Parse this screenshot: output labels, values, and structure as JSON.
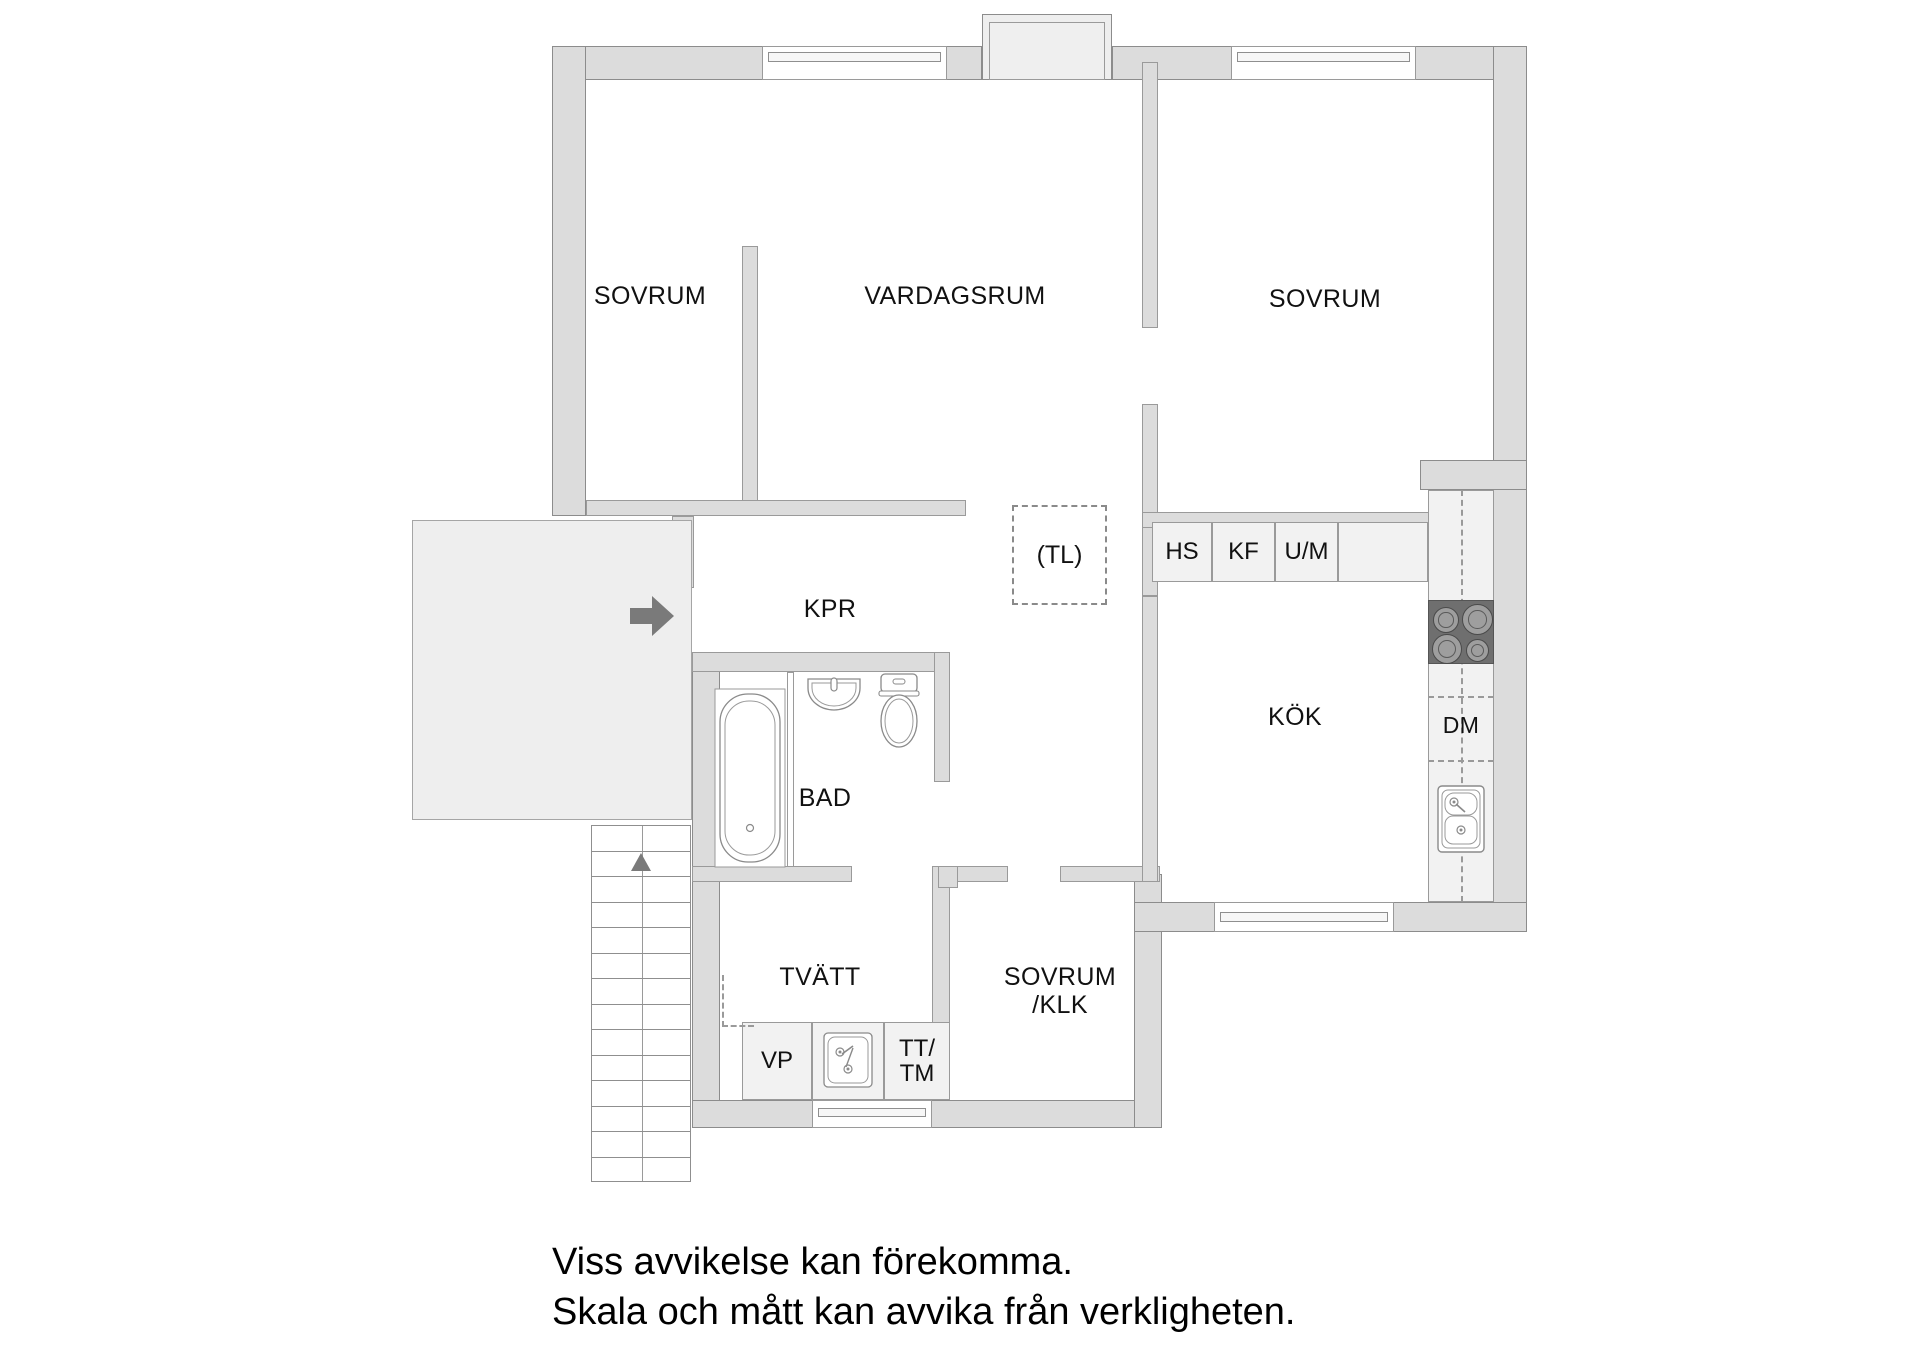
{
  "document": {
    "type": "floor-plan",
    "language": "sv",
    "background_color": "#ffffff",
    "wall_fill_color": "#dcdcdc",
    "wall_stroke_color": "#8c8c8c",
    "cabinet_fill_color": "#f2f2f2",
    "deck_fill_color": "#eeeeee",
    "stove_color": "#6f6f6f",
    "arrow_color": "#7a7a7a",
    "text_color": "#111111"
  },
  "rooms": [
    {
      "id": "sovrum-nw",
      "label": "SOVRUM"
    },
    {
      "id": "vardagsrum",
      "label": "VARDAGSRUM"
    },
    {
      "id": "sovrum-ne",
      "label": "SOVRUM"
    },
    {
      "id": "kpr",
      "label": "KPR"
    },
    {
      "id": "bad",
      "label": "BAD"
    },
    {
      "id": "kok",
      "label": "KÖK"
    },
    {
      "id": "tvatt",
      "label": "TVÄTT"
    },
    {
      "id": "sovrum-klk",
      "label": "SOVRUM\n/KLK"
    }
  ],
  "annotations": {
    "tl_box": "(TL)"
  },
  "kitchen": {
    "cabinets": [
      {
        "id": "hs",
        "label": "HS"
      },
      {
        "id": "kf",
        "label": "KF"
      },
      {
        "id": "um",
        "label": "U/M"
      },
      {
        "id": "bench",
        "label": ""
      }
    ],
    "appliances": [
      {
        "id": "dm",
        "label": "DM"
      },
      {
        "id": "stove",
        "label": ""
      },
      {
        "id": "sink",
        "label": ""
      }
    ]
  },
  "laundry": {
    "units": [
      {
        "id": "vp",
        "label": "VP"
      },
      {
        "id": "sink",
        "label": ""
      },
      {
        "id": "tttm",
        "label": "TT/\nTM"
      }
    ]
  },
  "bathroom": {
    "fixtures": [
      {
        "id": "bathtub",
        "label": ""
      },
      {
        "id": "washbasin",
        "label": ""
      },
      {
        "id": "toilet",
        "label": ""
      }
    ]
  },
  "circulation": {
    "entrance_arrow": "entrance-arrow",
    "stairs_direction_arrow": "stairs-up-arrow",
    "stair_step_count": 14
  },
  "caption": {
    "line1": "Viss avvikelse kan förekomma.",
    "line2": "Skala och mått kan avvika från verkligheten.",
    "full": "Viss avvikelse kan förekomma.\nSkala och mått kan avvika från verkligheten."
  }
}
